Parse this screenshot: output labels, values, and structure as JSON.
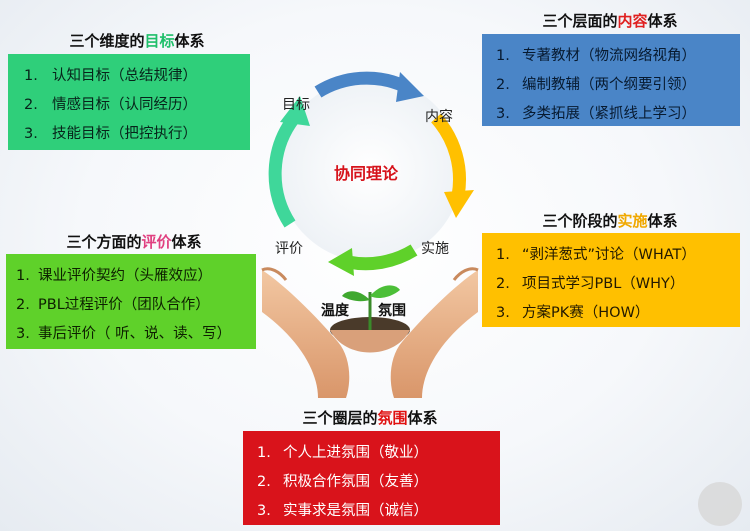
{
  "colors": {
    "goal_box": "#2fcf7a",
    "goal_highlight": "#1fbf6a",
    "content_box": "#4a85c7",
    "content_highlight": "#e02020",
    "stage_box": "#ffc000",
    "stage_highlight": "#f0a800",
    "eval_box": "#5fd12a",
    "eval_highlight": "#e04080",
    "atmo_box": "#d9131b",
    "atmo_highlight": "#e01010",
    "center_text": "#d6131b"
  },
  "goal": {
    "title_prefix": "三个维度的",
    "title_highlight": "目标",
    "title_suffix": "体系",
    "items": [
      {
        "num": "1.",
        "text": "认知目标（总结规律）"
      },
      {
        "num": "2.",
        "text": "情感目标（认同经历）"
      },
      {
        "num": "3.",
        "text": "技能目标（把控执行）"
      }
    ]
  },
  "content": {
    "title_prefix": "三个层面的",
    "title_highlight": "内容",
    "title_suffix": "体系",
    "items": [
      {
        "num": "1.",
        "text": "专著教材（物流网络视角）"
      },
      {
        "num": "2.",
        "text": "编制教辅（两个纲要引领）"
      },
      {
        "num": "3.",
        "text": "多类拓展（紧抓线上学习）"
      }
    ]
  },
  "stage": {
    "title_prefix": "三个阶段的",
    "title_highlight": "实施",
    "title_suffix": "体系",
    "items": [
      {
        "num": "1.",
        "text": "“剥洋葱式”讨论（WHAT）"
      },
      {
        "num": "2.",
        "text": "项目式学习PBL（WHY）"
      },
      {
        "num": "3.",
        "text": "方案PK赛（HOW）"
      }
    ]
  },
  "eval": {
    "title_prefix": "三个方面的",
    "title_highlight": "评价",
    "title_suffix": "体系",
    "items": [
      {
        "num": "1.",
        "text": "课业评价契约（头雁效应）"
      },
      {
        "num": "2.",
        "text": "PBL过程评价（团队合作）"
      },
      {
        "num": "3.",
        "text": "事后评价（ 听、说、读、写）"
      }
    ]
  },
  "atmo": {
    "title_prefix": "三个圈层的",
    "title_highlight": "氛围",
    "title_suffix": "体系",
    "items": [
      {
        "num": "1.",
        "text": "个人上进氛围（敬业）"
      },
      {
        "num": "2.",
        "text": "积极合作氛围（友善）"
      },
      {
        "num": "3.",
        "text": "实事求是氛围（诚信）"
      }
    ]
  },
  "cycle": {
    "center": "协同理论",
    "goal": "目标",
    "content": "内容",
    "impl": "实施",
    "eval": "评价",
    "temperature": "温度",
    "atmosphere": "氛围"
  }
}
